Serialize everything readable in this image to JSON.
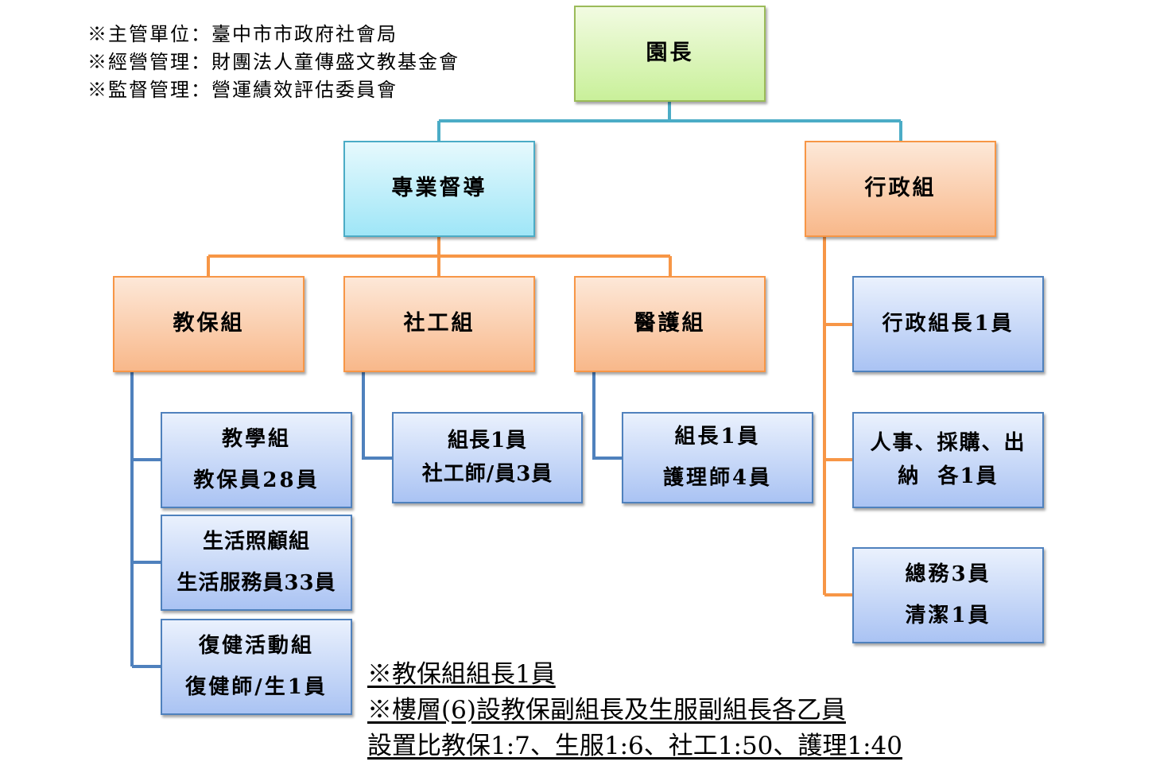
{
  "notes": [
    "※主管單位：臺中市市政府社會局",
    "※經營管理：財團法人童傳盛文教基金會",
    "※監督管理：營運績效評估委員會"
  ],
  "nodes": {
    "director": [
      "園長"
    ],
    "supervision": [
      "專業督導"
    ],
    "admin": [
      "行政組"
    ],
    "care": [
      "教保組"
    ],
    "social": [
      "社工組"
    ],
    "medical": [
      "醫護組"
    ],
    "care_teaching": [
      "教學組",
      "教保員28員"
    ],
    "care_life": [
      "生活照顧組",
      "生活服務員33員"
    ],
    "care_rehab": [
      "復健活動組",
      "復健師/生1員"
    ],
    "social_staff": [
      "組長1員",
      "社工師/員3員"
    ],
    "medical_staff": [
      "組長1員",
      "護理師4員"
    ],
    "admin_leader": [
      "行政組長1員"
    ],
    "admin_hr": [
      "人事、採購、出",
      "納  各1員"
    ],
    "admin_general": [
      "總務3員",
      "清潔1員"
    ]
  },
  "footer": [
    "※教保組組長1員",
    "※樓層(6)設教保副組長及生服副組長各乙員",
    "設置比教保1:7、生服1:6、社工1:50、護理1:40"
  ],
  "colors": {
    "teal_connector": "#4bacc6",
    "orange_connector": "#f79646",
    "blue_connector": "#4f81bd"
  }
}
